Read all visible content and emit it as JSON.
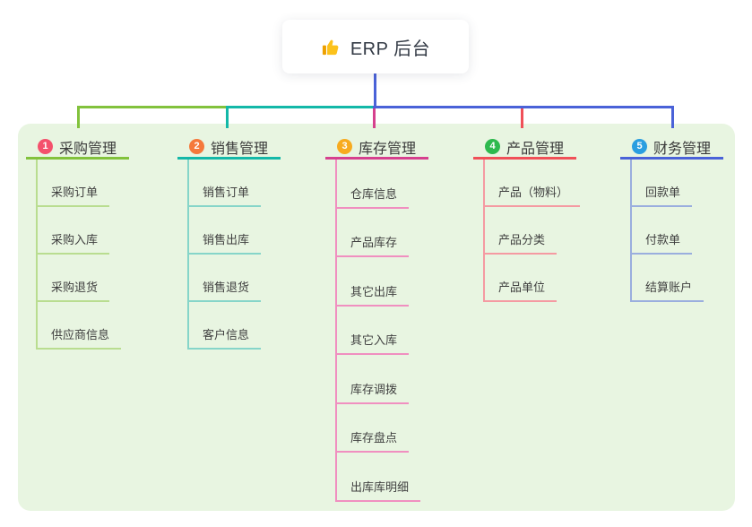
{
  "root": {
    "label": "ERP 后台",
    "icon": "thumbs-up-icon"
  },
  "canvas": {
    "background": "#ffffff",
    "panel_color": "#e8f5e1",
    "root_trunk_color": "#4a62d8"
  },
  "branches": [
    {
      "badge": "1",
      "label": "采购管理",
      "badge_color": "#f4516c",
      "line_color": "#82c23c",
      "child_line_color": "#b9dd90",
      "children": [
        "采购订单",
        "采购入库",
        "采购退货",
        "供应商信息"
      ]
    },
    {
      "badge": "2",
      "label": "销售管理",
      "badge_color": "#f5793b",
      "line_color": "#14b8a8",
      "child_line_color": "#86d5c9",
      "children": [
        "销售订单",
        "销售出库",
        "销售退货",
        "客户信息"
      ]
    },
    {
      "badge": "3",
      "label": "库存管理",
      "badge_color": "#f7ab1f",
      "line_color": "#d6408e",
      "child_line_color": "#f08fc0",
      "children": [
        "仓库信息",
        "产品库存",
        "其它出库",
        "其它入库",
        "库存调拨",
        "库存盘点",
        "出库库明细"
      ]
    },
    {
      "badge": "4",
      "label": "产品管理",
      "badge_color": "#2eb94e",
      "line_color": "#f05058",
      "child_line_color": "#f59aa2",
      "children": [
        "产品（物料）",
        "产品分类",
        "产品单位"
      ]
    },
    {
      "badge": "5",
      "label": "财务管理",
      "badge_color": "#2a9ee0",
      "line_color": "#4a62d8",
      "child_line_color": "#9aaede",
      "children": [
        "回款单",
        "付款单",
        "结算账户"
      ]
    }
  ]
}
